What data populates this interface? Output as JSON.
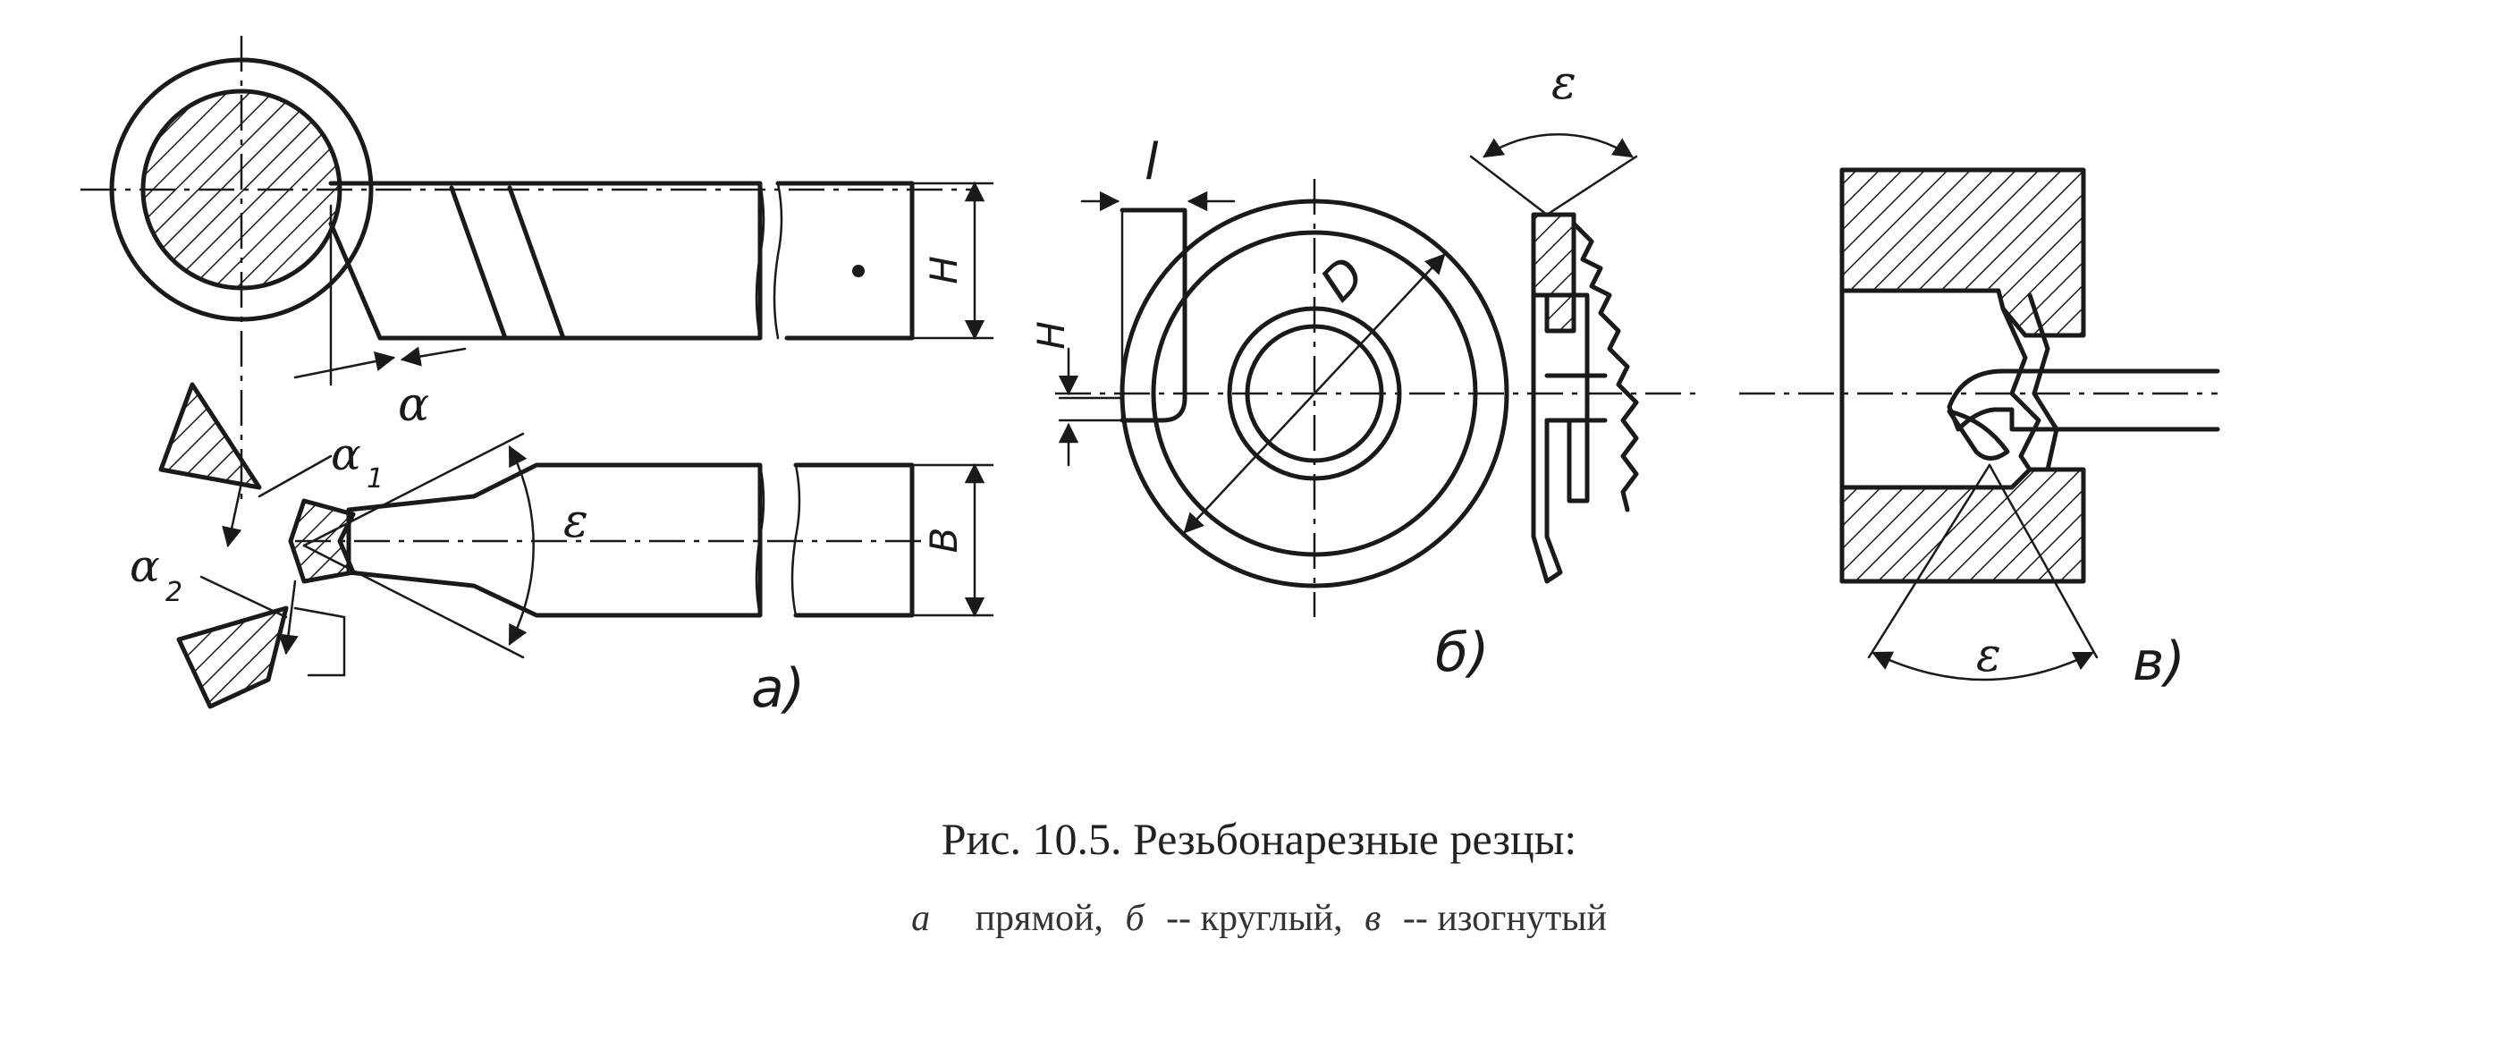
{
  "labels": {
    "a_H": "H",
    "a_B": "B",
    "a_alpha": "α",
    "a_alpha1": "α",
    "a_alpha1_sub": "1",
    "a_alpha2": "α",
    "a_alpha2_sub": "2",
    "a_epsilon": "ε",
    "a_panel": "а)",
    "b_l": "l",
    "b_H": "H",
    "b_D": "D",
    "b_epsilon": "ε",
    "b_panel": "б)",
    "c_epsilon": "ε",
    "c_panel": "в)"
  },
  "caption": {
    "title": "Рис. 10.5. Резьбонарезные резцы:",
    "line2_a": "а",
    "line2_a_text": "прямой,",
    "line2_b": "б",
    "line2_b_text": "-- круглый,",
    "line2_c": "в",
    "line2_c_text": "-- изогнутый"
  }
}
